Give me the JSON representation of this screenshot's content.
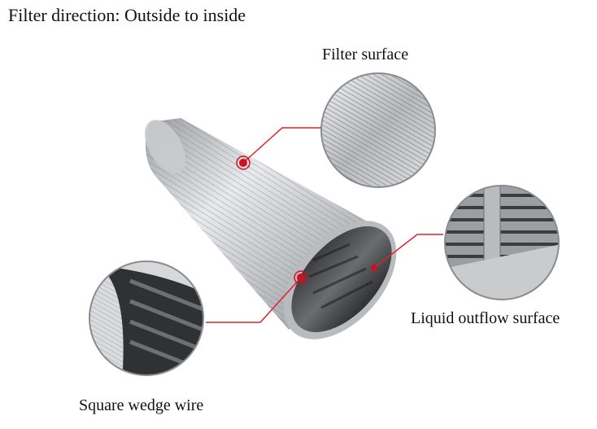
{
  "title": "Filter direction: Outside to inside",
  "callouts": {
    "filter_surface": "Filter surface",
    "liquid_outflow_surface": "Liquid outflow surface",
    "square_wedge_wire": "Square wedge wire"
  },
  "colors": {
    "callout_line": "#e0202a",
    "marker_fill": "#cc1122",
    "metal_light": "#e4e6e8",
    "metal_dark": "#8b8f93"
  }
}
